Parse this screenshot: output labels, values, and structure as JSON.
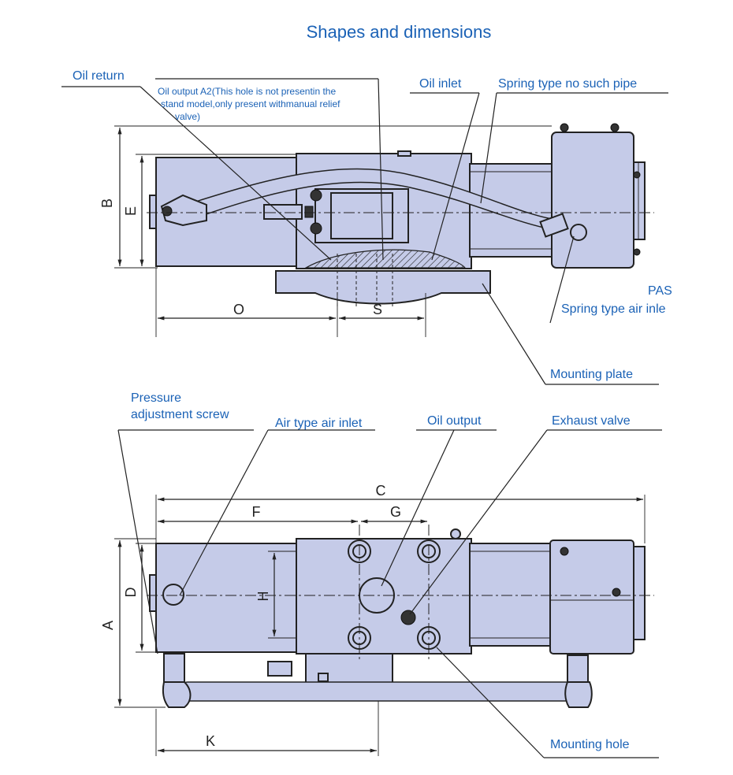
{
  "title": "Shapes and dimensions",
  "colors": {
    "body_fill": "#c5cbe8",
    "outline": "#222222",
    "label_text": "#1b62b6",
    "dimension_text": "#222222"
  },
  "top_view": {
    "callouts": {
      "oil_return": "Oil return",
      "oil_output_a2_line1": "Oil output A2(This hole is not presentin the",
      "oil_output_a2_line2": "stand model,only present withmanual relief",
      "oil_output_a2_line3": "valve)",
      "oil_inlet": "Oil inlet",
      "spring_type_pipe": "Spring type  no such pipe",
      "pas": "PAS",
      "spring_type_air_inlet": "Spring type air inle",
      "mounting_plate": "Mounting plate"
    },
    "dimensions": {
      "b": "B",
      "e": "E",
      "o": "O",
      "s": "S"
    }
  },
  "front_view": {
    "callouts": {
      "pressure_adjustment_screw_line1": "Pressure",
      "pressure_adjustment_screw_line2": "adjustment screw",
      "air_type_air_inlet": "Air type air inlet",
      "oil_output": "Oil output",
      "exhaust_valve": "Exhaust valve",
      "mounting_hole": "Mounting hole"
    },
    "dimensions": {
      "c": "C",
      "f": "F",
      "g": "G",
      "a": "A",
      "d": "D",
      "h": "H",
      "k": "K"
    }
  }
}
